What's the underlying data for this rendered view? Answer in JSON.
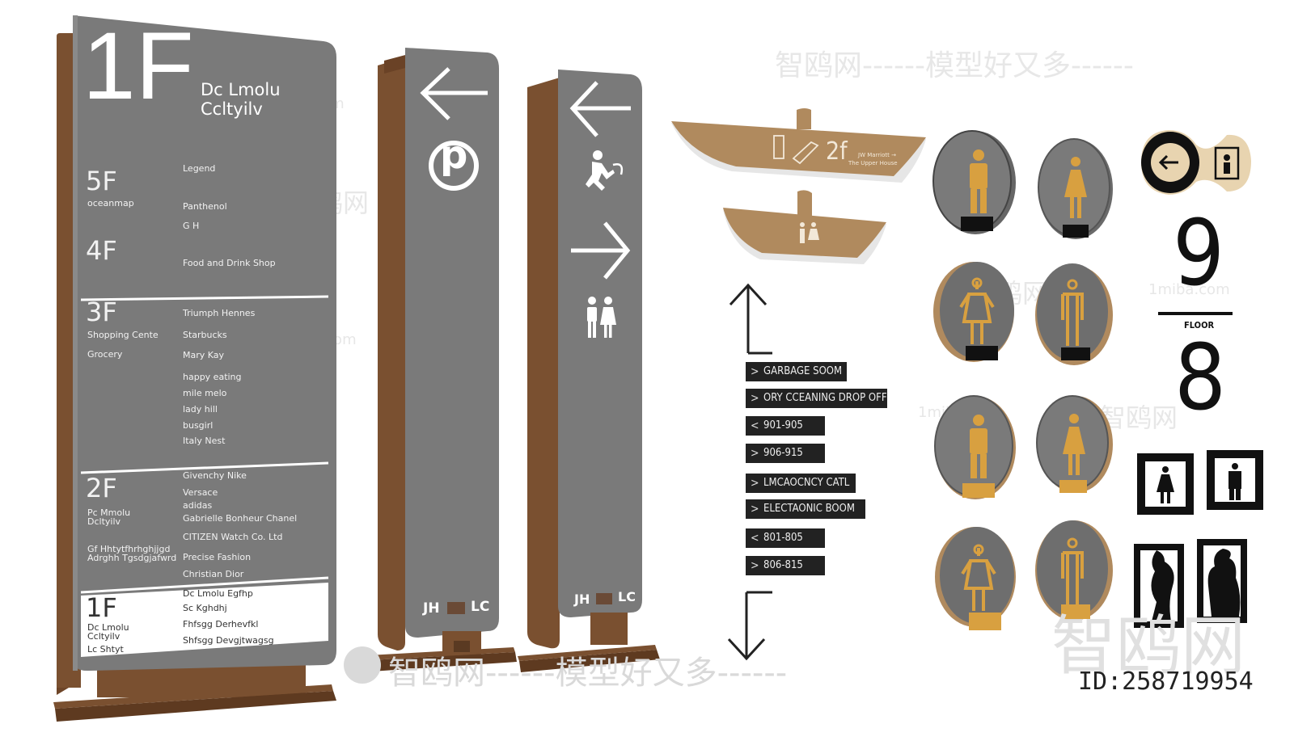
{
  "directory": {
    "floor_big": "1F",
    "title_line1": "Dc Lmolu",
    "title_line2": "Ccltyilv",
    "floors": [
      {
        "level": "5F",
        "name": "oceanmap"
      },
      {
        "level": "4F",
        "name": ""
      },
      {
        "level": "3F",
        "name": "Shopping Cente",
        "name2": "Grocery"
      },
      {
        "level": "2F",
        "name": "Pc Mmolu",
        "name2": "Dcltyilv",
        "name3": "Gf Hhtytfhrhghjjgd",
        "name4": "Adrghh Tgsdgjafwrd"
      },
      {
        "level": "1F",
        "name": "Dc Lmolu",
        "name2": "Ccltyilv",
        "name3": "Lc Shtyt"
      }
    ],
    "shops_5f": [
      "Legend",
      "Panthenol",
      "G  H"
    ],
    "shops_4f": [
      "Food and Drink Shop"
    ],
    "shops_3f": [
      "Triumph Hennes",
      "Starbucks",
      "Mary Kay",
      "happy eating",
      "mile melo",
      "lady hill",
      "busgirl",
      "Italy Nest"
    ],
    "shops_2f": [
      "Givenchy  Nike",
      "Versace",
      "adidas",
      "Gabrielle Bonheur Chanel",
      "CITIZEN Watch Co. Ltd",
      "Precise Fashion",
      "Christian Dior"
    ],
    "shops_1f": [
      "Dc Lmolu Egfhp",
      "Sc Kghdhj",
      "Fhfsgg Derhevfkl",
      "Shfsgg Devgjtwagsg"
    ]
  },
  "pylon_parking": {
    "symbol": "p",
    "brand_left": "JH",
    "brand_right": "LC"
  },
  "pylon_exit": {
    "brand_left": "JH",
    "brand_right": "LC"
  },
  "hanging_sign": {
    "level": "2f",
    "text_line1": "JW Marriott →",
    "text_line2": "The Upper House"
  },
  "wayfinding_tags": [
    {
      "label": "GARBAGE SOOM",
      "dir": "right"
    },
    {
      "label": "ORY CCEANING DROP OFF",
      "dir": "right"
    },
    {
      "label": "901-905",
      "dir": "left"
    },
    {
      "label": "906-915",
      "dir": "right"
    },
    {
      "label": "LMCAOCNCY CATL",
      "dir": "right"
    },
    {
      "label": "ELECTAONIC BOOM",
      "dir": "right"
    },
    {
      "label": "801-805",
      "dir": "left"
    },
    {
      "label": "806-815",
      "dir": "right"
    }
  ],
  "floor_number": {
    "upper": "9",
    "label": "FLOOR",
    "lower": "8"
  },
  "watermarks": {
    "brand_line": "智鸥网------模型好又多------",
    "brand": "智鸥网",
    "site": "1miba.com",
    "id": "ID:258719954"
  },
  "colors": {
    "panel_gray": "#7a7a7a",
    "bronze": "#7a5030",
    "tan": "#b08a5e",
    "gold": "#d8a040",
    "dark": "#222222"
  }
}
